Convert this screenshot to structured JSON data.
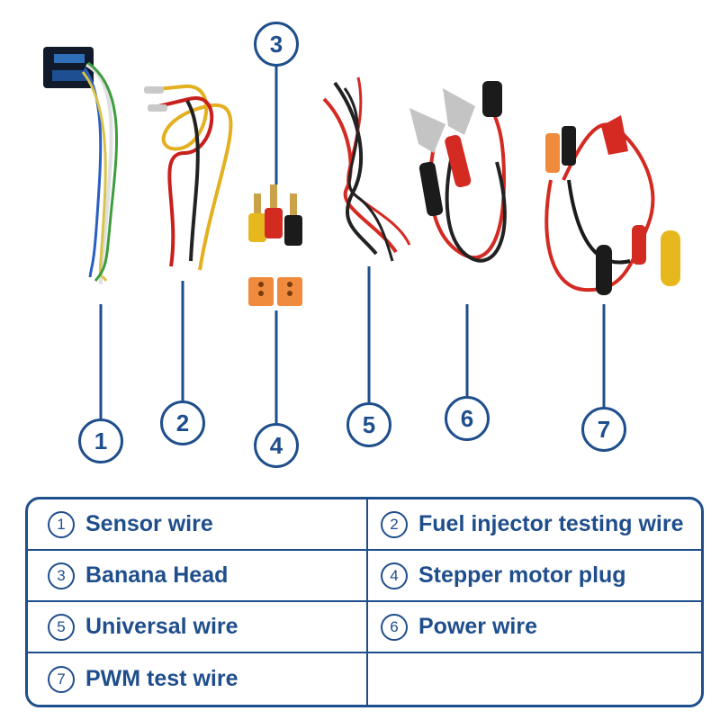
{
  "colors": {
    "accent": "#1f4e8c"
  },
  "callouts": [
    "1",
    "2",
    "3",
    "4",
    "5",
    "6",
    "7"
  ],
  "legend": [
    {
      "num": "1",
      "label": "Sensor wire"
    },
    {
      "num": "2",
      "label": "Fuel injector testing wire"
    },
    {
      "num": "3",
      "label": "Banana Head"
    },
    {
      "num": "4",
      "label": "Stepper motor plug"
    },
    {
      "num": "5",
      "label": "Universal wire"
    },
    {
      "num": "6",
      "label": "Power wire"
    },
    {
      "num": "7",
      "label": "PWM test wire"
    }
  ]
}
